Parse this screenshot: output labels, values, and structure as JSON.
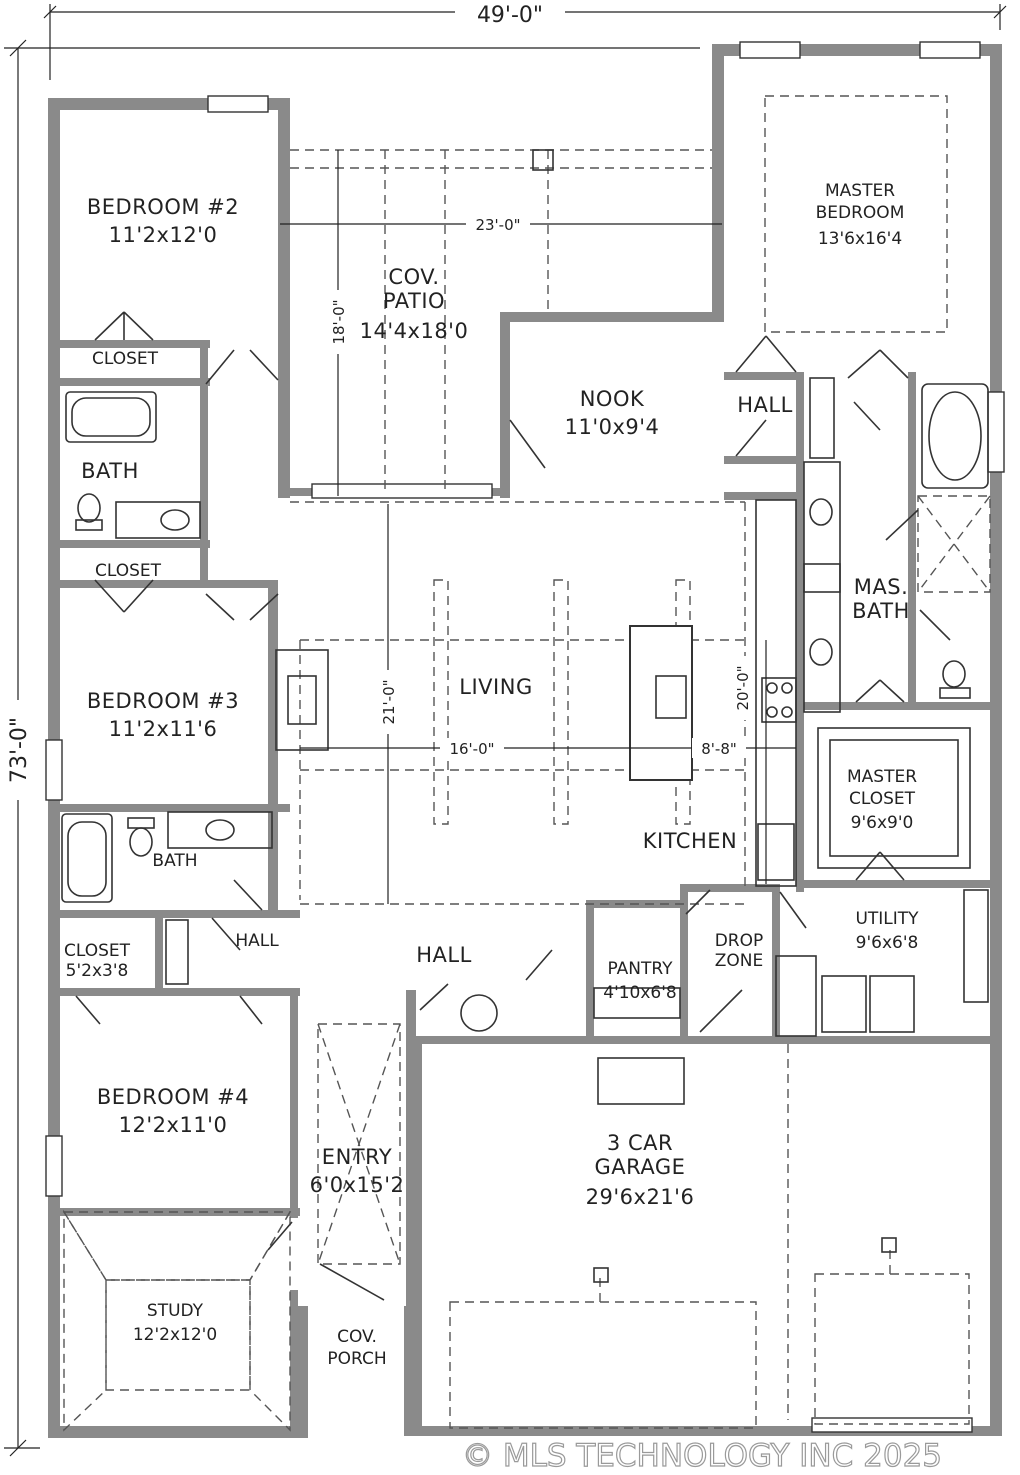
{
  "dimensions": {
    "overall_width": "49'-0\"",
    "overall_depth": "73'-0\"",
    "patio_width": "23'-0\"",
    "patio_depth": "18'-0\"",
    "living_depth": "21'-0\"",
    "living_width": "16'-0\"",
    "kitchen_width": "8'-8\"",
    "kitchen_depth": "20'-0\""
  },
  "rooms": {
    "bedroom2": {
      "name": "BEDROOM #2",
      "size": "11'2x12'0"
    },
    "closet_b2": {
      "name": "CLOSET"
    },
    "bath1": {
      "name": "BATH"
    },
    "closet_b3": {
      "name": "CLOSET"
    },
    "bedroom3": {
      "name": "BEDROOM #3",
      "size": "11'2x11'6"
    },
    "bath2": {
      "name": "BATH"
    },
    "closet_small": {
      "name": "CLOSET",
      "size": "5'2x3'8"
    },
    "hall_small": {
      "name": "HALL"
    },
    "bedroom4": {
      "name": "BEDROOM #4",
      "size": "12'2x11'0"
    },
    "study": {
      "name": "STUDY",
      "size": "12'2x12'0"
    },
    "patio": {
      "name_line1": "COV.",
      "name_line2": "PATIO",
      "size": "14'4x18'0"
    },
    "nook": {
      "name": "NOOK",
      "size": "11'0x9'4"
    },
    "living": {
      "name": "LIVING"
    },
    "kitchen": {
      "name": "KITCHEN"
    },
    "hall_main": {
      "name": "HALL"
    },
    "pantry": {
      "name": "PANTRY",
      "size": "4'10x6'8"
    },
    "drop_zone": {
      "name_line1": "DROP",
      "name_line2": "ZONE"
    },
    "entry": {
      "name": "ENTRY",
      "size": "6'0x15'2"
    },
    "porch": {
      "name_line1": "COV.",
      "name_line2": "PORCH"
    },
    "garage": {
      "name_line1": "3 CAR",
      "name_line2": "GARAGE",
      "size": "29'6x21'6"
    },
    "master_bedroom": {
      "name_line1": "MASTER",
      "name_line2": "BEDROOM",
      "size": "13'6x16'4"
    },
    "hall_master": {
      "name": "HALL"
    },
    "master_bath": {
      "name_line1": "MAS.",
      "name_line2": "BATH"
    },
    "master_closet": {
      "name_line1": "MASTER",
      "name_line2": "CLOSET",
      "size": "9'6x9'0"
    },
    "utility": {
      "name": "UTILITY",
      "size": "9'6x6'8"
    }
  },
  "watermark": "© MLS TECHNOLOGY INC 2025",
  "colors": {
    "line": "#333333",
    "wall_fill": "#8a8a8a",
    "background": "#ffffff"
  }
}
